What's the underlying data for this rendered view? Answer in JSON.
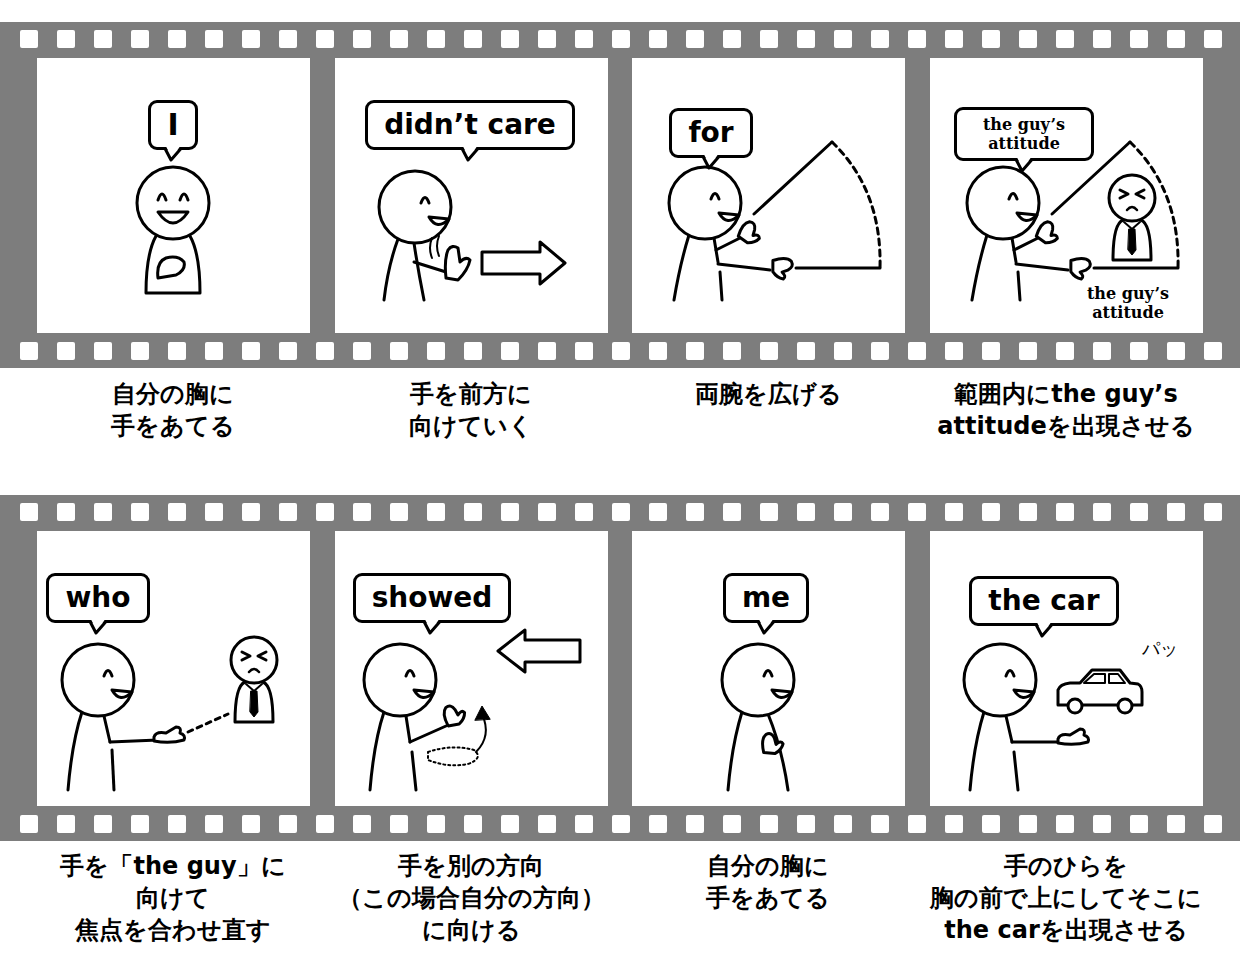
{
  "diagram": {
    "nodes": [
      {
        "text": [
          "I"
        ]
      },
      {
        "text": [
          "didn’t care"
        ]
      },
      {
        "text": [
          "for"
        ]
      },
      {
        "text": [
          "the guy’s attitude"
        ]
      },
      {
        "text": [
          "who"
        ]
      },
      {
        "text": [
          "showed"
        ]
      },
      {
        "text": [
          "me"
        ]
      },
      {
        "text": [
          "the car"
        ]
      }
    ],
    "labels": [
      "the guy’s attitude",
      "自分の胸に 手をあてる",
      "手を前方に 向けていく",
      "両腕を広げる",
      "範囲内にthe guy’s attitudeを出現させる",
      "パッ",
      "手を「the guy」に 向けて 焦点を合わせ直す",
      "手を別の方向 （この場合自分の方向） に向ける",
      "自分の胸に 手をあてる",
      "手のひらを 胸の前で上にしてそこに the carを出現させる"
    ]
  }
}
